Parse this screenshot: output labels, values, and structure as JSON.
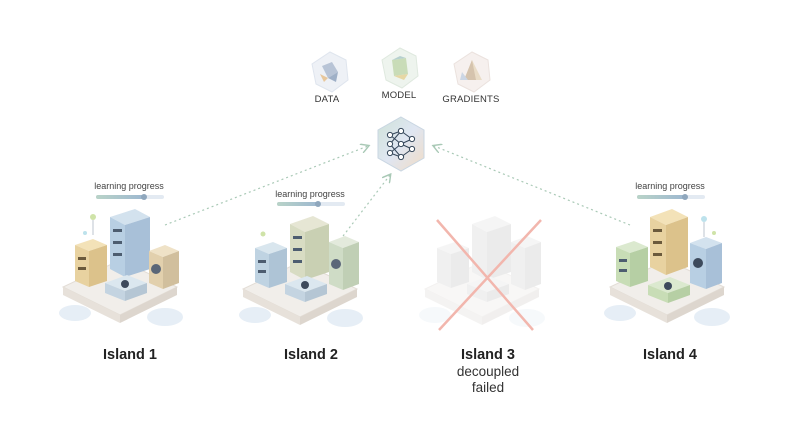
{
  "inputs": [
    {
      "label": "DATA",
      "icon": "data-icon"
    },
    {
      "label": "MODEL",
      "icon": "model-icon"
    },
    {
      "label": "GRADIENTS",
      "icon": "gradients-icon"
    }
  ],
  "center": {
    "icon": "neural-network-icon"
  },
  "progress_label": "learning progress",
  "islands": [
    {
      "name": "Island 1",
      "progress": 0.7,
      "status": []
    },
    {
      "name": "Island 2",
      "progress": 0.6,
      "status": []
    },
    {
      "name": "Island 3",
      "progress": null,
      "status": [
        "decoupled",
        "failed"
      ]
    },
    {
      "name": "Island 4",
      "progress": 0.7,
      "status": []
    }
  ],
  "colors": {
    "arrow": "#a9c9b6",
    "failed_cross": "#f2b6ad",
    "track": "#e3eaf2"
  }
}
